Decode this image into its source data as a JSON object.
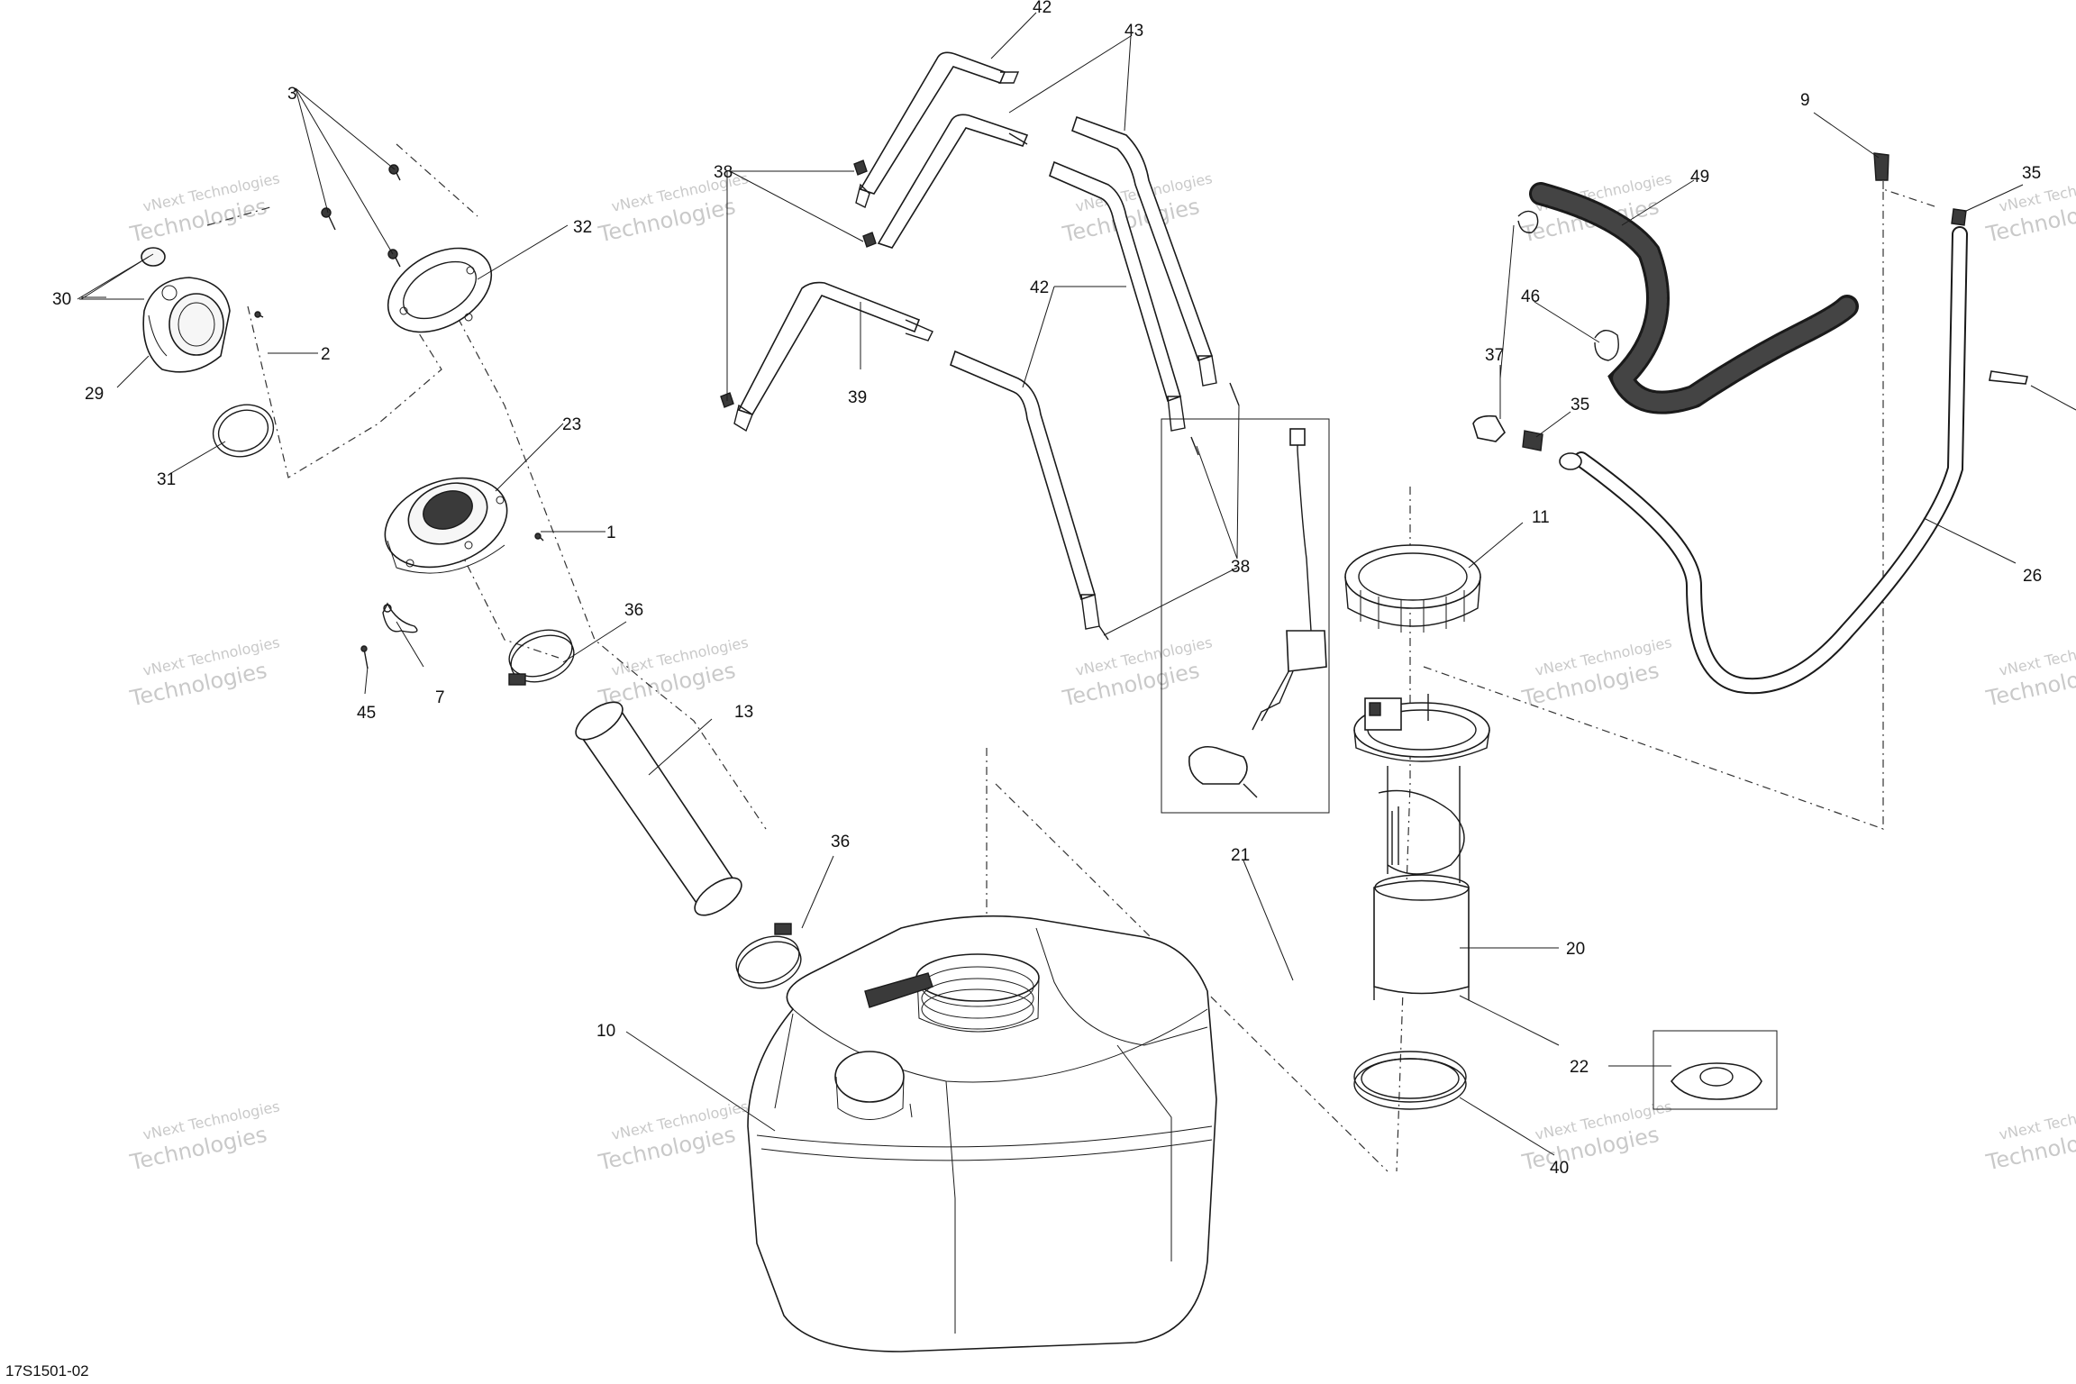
{
  "diagram": {
    "reference_code": "17S1501-02",
    "watermark": {
      "line1": "vNext Technologies",
      "line2": "Technologies"
    },
    "callouts": [
      {
        "id": "c1",
        "label": "1"
      },
      {
        "id": "c2",
        "label": "2"
      },
      {
        "id": "c3",
        "label": "3"
      },
      {
        "id": "c7",
        "label": "7"
      },
      {
        "id": "c9",
        "label": "9"
      },
      {
        "id": "c10",
        "label": "10"
      },
      {
        "id": "c11",
        "label": "11"
      },
      {
        "id": "c13",
        "label": "13"
      },
      {
        "id": "c20",
        "label": "20"
      },
      {
        "id": "c21",
        "label": "21"
      },
      {
        "id": "c22",
        "label": "22"
      },
      {
        "id": "c23",
        "label": "23"
      },
      {
        "id": "c26",
        "label": "26"
      },
      {
        "id": "c29",
        "label": "29"
      },
      {
        "id": "c30",
        "label": "30"
      },
      {
        "id": "c31",
        "label": "31"
      },
      {
        "id": "c32",
        "label": "32"
      },
      {
        "id": "c35a",
        "label": "35"
      },
      {
        "id": "c35b",
        "label": "35"
      },
      {
        "id": "c36a",
        "label": "36"
      },
      {
        "id": "c36b",
        "label": "36"
      },
      {
        "id": "c37",
        "label": "37"
      },
      {
        "id": "c38a",
        "label": "38"
      },
      {
        "id": "c38b",
        "label": "38"
      },
      {
        "id": "c39",
        "label": "39"
      },
      {
        "id": "c40",
        "label": "40"
      },
      {
        "id": "c42a",
        "label": "42"
      },
      {
        "id": "c42b",
        "label": "42"
      },
      {
        "id": "c43",
        "label": "43"
      },
      {
        "id": "c45",
        "label": "45"
      },
      {
        "id": "c46",
        "label": "46"
      },
      {
        "id": "c49",
        "label": "49"
      }
    ]
  }
}
